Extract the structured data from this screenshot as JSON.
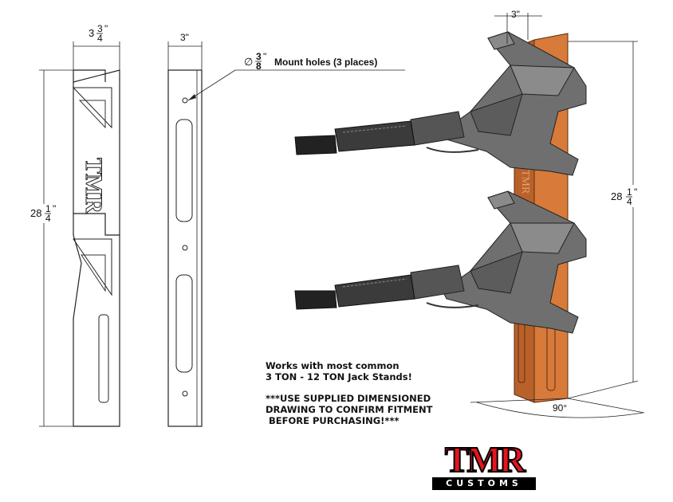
{
  "dimensions": {
    "left_width_whole": "3",
    "left_width_num": "3",
    "left_width_den": "4",
    "left_height_whole": "28",
    "left_height_num": "1",
    "left_height_den": "4",
    "front_width": "3\"",
    "right_top_width": "3\"",
    "right_height_whole": "28",
    "right_height_num": "1",
    "right_height_den": "4",
    "angle": "90°",
    "inch_mark": "\""
  },
  "callout": {
    "diameter_symbol": "∅",
    "hole_num": "3",
    "hole_den": "8",
    "hole_label": "Mount holes (3 places)"
  },
  "part_mark": "TMR",
  "notes": {
    "compat_line1": "Works with most common",
    "compat_line2": "3 TON - 12 TON Jack Stands!",
    "warning_line1": "***USE SUPPLIED DIMENSIONED",
    "warning_line2": "DRAWING TO CONFIRM FITMENT",
    "warning_line3": " BEFORE PURCHASING!***"
  },
  "logo": {
    "main": "TMR",
    "sub": "CUSTOMS"
  },
  "colors": {
    "rail": "#d77a3a",
    "stand": "#7c7c7c",
    "logo_red": "#e5151c"
  }
}
